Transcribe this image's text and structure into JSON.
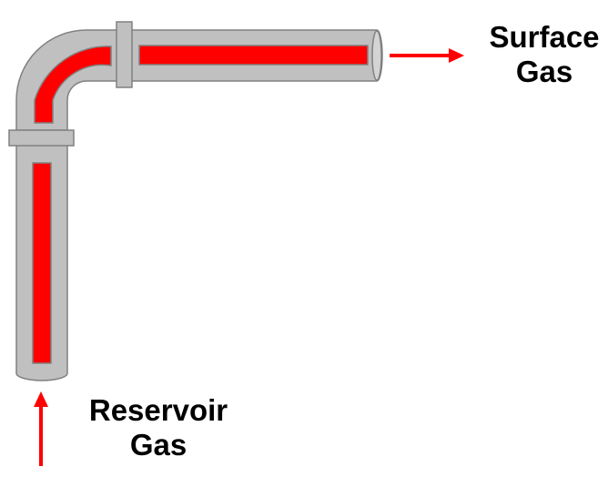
{
  "labels": {
    "surface": {
      "line1": "Surface",
      "line2": "Gas"
    },
    "reservoir": {
      "line1": "Reservoir",
      "line2": "Gas"
    }
  },
  "colors": {
    "pipe_fill": "#c0c0c0",
    "pipe_stroke": "#808080",
    "gas": "#ff0000",
    "gas_stroke": "#808080",
    "arrow": "#ff0000",
    "text": "#000000"
  },
  "icons": {
    "elbow": "pipe-elbow-icon",
    "flow_arrow": "arrow-icon"
  }
}
